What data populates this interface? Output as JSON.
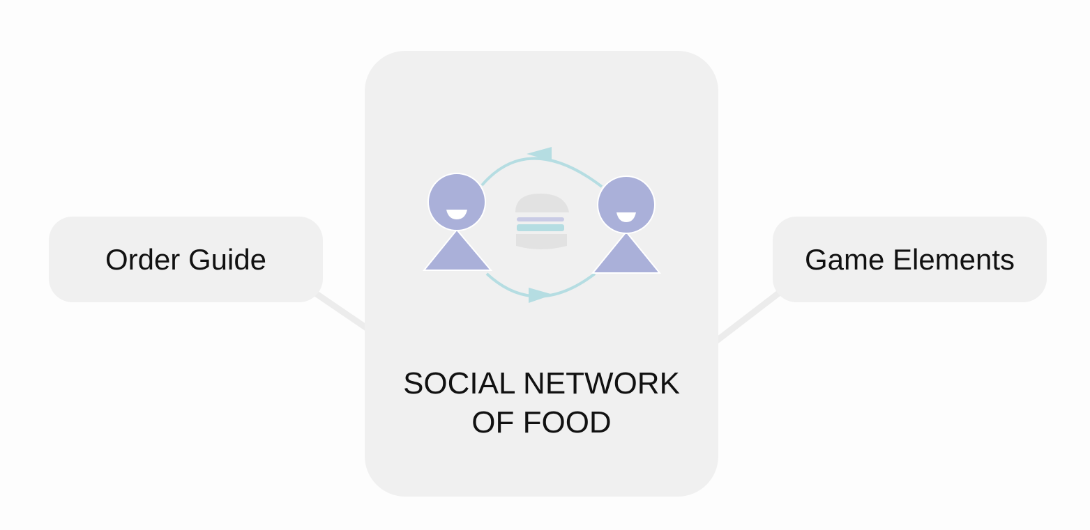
{
  "diagram": {
    "center": {
      "title_line1": "SOCIAL NETWORK",
      "title_line2": "OF FOOD",
      "icons": [
        "person-icon",
        "burger-icon",
        "exchange-arrows-icon"
      ]
    },
    "left_node": {
      "label": "Order Guide"
    },
    "right_node": {
      "label": "Game Elements"
    },
    "colors": {
      "node_fill": "#f0f0f0",
      "connector": "#efefef",
      "person": "#aab0d9",
      "arrow": "#b5dde2",
      "burger_bun": "#e2e2e2",
      "burger_layer_1": "#c9cbe5",
      "burger_layer_2": "#b5dde2"
    }
  }
}
